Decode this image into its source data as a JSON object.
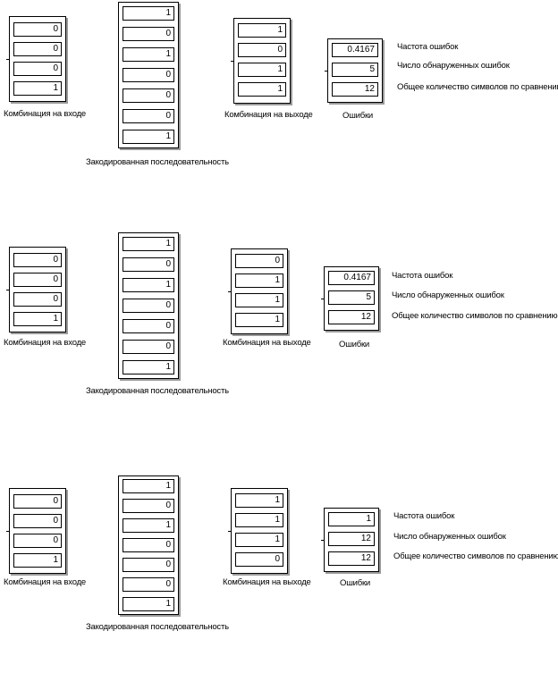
{
  "captions": {
    "input": "Комбинация на входе",
    "encoded": "Закодированная последовательность",
    "output": "Комбинация на выходе",
    "errors": "Ошибки"
  },
  "error_labels": [
    "Частота ошибок",
    "Число обнаруженных ошибок",
    "Общее количество символов по сравнению"
  ],
  "panels": [
    {
      "input": [
        "0",
        "0",
        "0",
        "1"
      ],
      "encoded": [
        "1",
        "0",
        "1",
        "0",
        "0",
        "0",
        "1"
      ],
      "output": [
        "1",
        "0",
        "1",
        "1"
      ],
      "errors": [
        "0.4167",
        "5",
        "12"
      ]
    },
    {
      "input": [
        "0",
        "0",
        "0",
        "1"
      ],
      "encoded": [
        "1",
        "0",
        "1",
        "0",
        "0",
        "0",
        "1"
      ],
      "output": [
        "0",
        "1",
        "1",
        "1"
      ],
      "errors": [
        "0.4167",
        "5",
        "12"
      ]
    },
    {
      "input": [
        "0",
        "0",
        "0",
        "1"
      ],
      "encoded": [
        "1",
        "0",
        "1",
        "0",
        "0",
        "0",
        "1"
      ],
      "output": [
        "1",
        "1",
        "1",
        "0"
      ],
      "errors": [
        "1",
        "12",
        "12"
      ]
    }
  ]
}
